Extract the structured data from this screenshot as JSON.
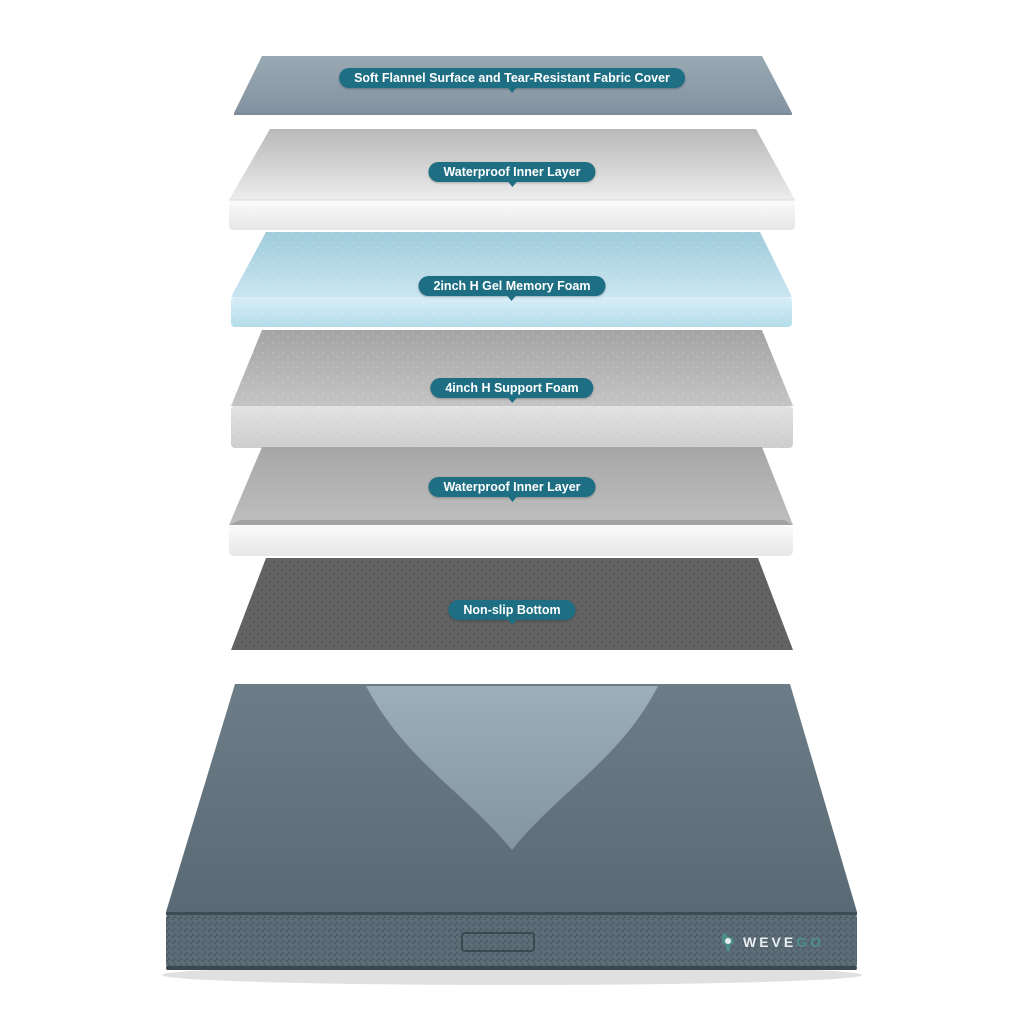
{
  "layers": [
    {
      "id": "cover",
      "label": "Soft Flannel Surface and Tear-Resistant Fabric Cover",
      "color": "#8e9ea8"
    },
    {
      "id": "waterproof-top",
      "label": "Waterproof Inner Layer",
      "color": "#e4e4e4"
    },
    {
      "id": "gel-foam",
      "label": "2inch H Gel Memory Foam",
      "color": "#bfe0ec"
    },
    {
      "id": "support-foam",
      "label": "4inch H Support Foam",
      "color": "#c9c9c9"
    },
    {
      "id": "waterproof-bottom",
      "label": "Waterproof Inner Layer",
      "color": "#bdbdbd"
    },
    {
      "id": "non-slip",
      "label": "Non-slip Bottom",
      "color": "#6c6c6c"
    }
  ],
  "brand": {
    "name_main": "WEVE",
    "name_accent": "GO",
    "text_color": "#e8eef2",
    "accent_color": "#4c8f8a"
  },
  "label_color": "#1f6f84",
  "mattress_color": "#5e6e79"
}
